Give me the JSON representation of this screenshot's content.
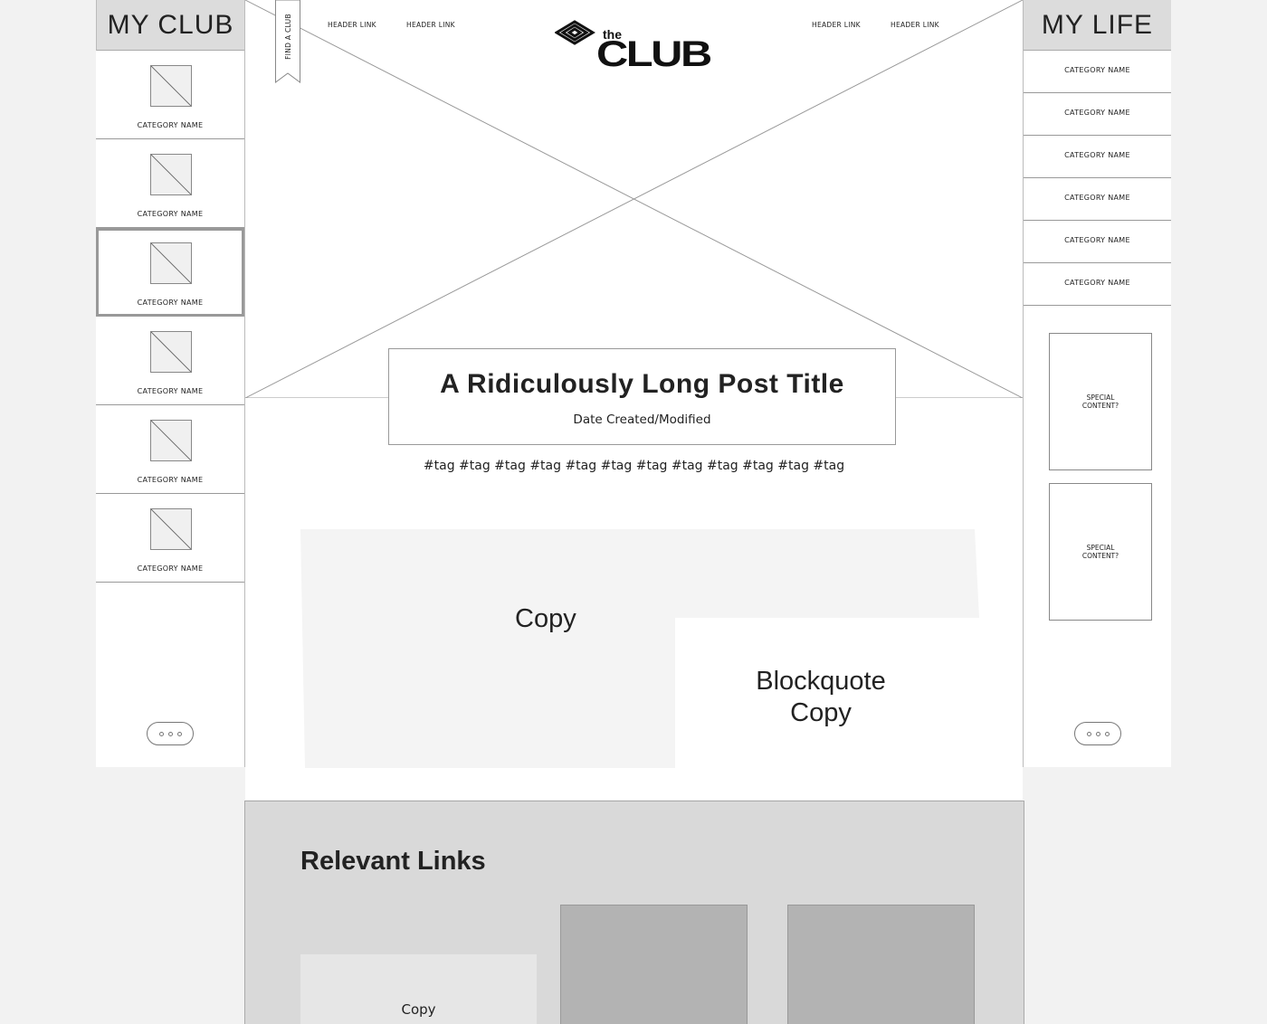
{
  "left_sidebar": {
    "title": "MY CLUB",
    "items": [
      {
        "label": "CATEGORY NAME"
      },
      {
        "label": "CATEGORY NAME"
      },
      {
        "label": "CATEGORY NAME"
      },
      {
        "label": "CATEGORY NAME"
      },
      {
        "label": "CATEGORY NAME"
      },
      {
        "label": "CATEGORY NAME"
      }
    ],
    "active_index": 2
  },
  "right_sidebar": {
    "title": "MY LIFE",
    "items": [
      {
        "label": "CATEGORY NAME"
      },
      {
        "label": "CATEGORY NAME"
      },
      {
        "label": "CATEGORY NAME"
      },
      {
        "label": "CATEGORY NAME"
      },
      {
        "label": "CATEGORY NAME"
      },
      {
        "label": "CATEGORY NAME"
      }
    ],
    "special": [
      {
        "label": "SPECIAL CONTENT?"
      },
      {
        "label": "SPECIAL CONTENT?"
      }
    ]
  },
  "header": {
    "find_club": "FIND A CLUB",
    "links": [
      "HEADER LINK",
      "HEADER LINK",
      "HEADER LINK",
      "HEADER LINK"
    ],
    "logo": {
      "small": "the",
      "big": "CLUB"
    }
  },
  "post": {
    "title": "A Ridiculously Long Post Title",
    "date": "Date Created/Modified",
    "tags": "#tag #tag #tag #tag #tag #tag #tag #tag #tag #tag #tag #tag",
    "copy": "Copy",
    "blockquote_line1": "Blockquote",
    "blockquote_line2": "Copy"
  },
  "relevant_links": {
    "title": "Relevant Links",
    "card_copy": "Copy"
  },
  "colors": {
    "sidebar_header": "#dcdcdc",
    "copy_fill": "#f4f4f4",
    "links_bg": "#d9d9d9",
    "link_card": "#b3b3b3"
  }
}
